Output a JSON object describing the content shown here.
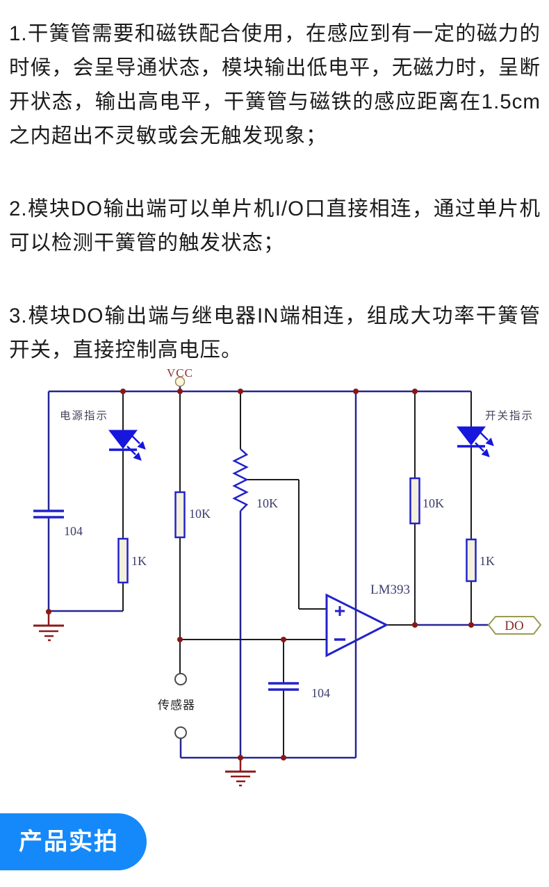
{
  "paragraphs": [
    "1.干簧管需要和磁铁配合使用，在感应到有一定的磁力的时候，会呈导通状态，模块输出低电平，无磁力时，呈断开状态，输出高电平，干簧管与磁铁的感应距离在1.5cm之内超出不灵敏或会无触发现象；",
    "2.模块DO输出端可以单片机I/O口直接相连，通过单片机可以检测干簧管的触发状态；",
    "3.模块DO输出端与继电器IN端相连，组成大功率干簧管开关，直接控制高电压。"
  ],
  "circuit": {
    "power_net_label": "VCC",
    "labels": {
      "power_indicator": "电源指示",
      "switch_indicator": "开关指示",
      "sensor": "传感器",
      "comparator": "LM393",
      "output_port": "DO"
    },
    "values": {
      "filter_cap_left": "104",
      "filter_cap_mid": "104",
      "pullup_left": "10K",
      "trimmer": "10K",
      "pullup_right": "10K",
      "led_res_left": "1K",
      "led_res_right": "1K"
    },
    "colors": {
      "wire": "#252594",
      "lead": "#1c1c1c",
      "component_blue": "#2222cc",
      "led_blue": "#1616dd",
      "junction_red": "#8c1616",
      "ground_red": "#8b1a1a",
      "net_label_red": "#8a3232",
      "value_navy": "#3c3c6e",
      "port_outline_olive": "#9a9a50"
    }
  },
  "footer": {
    "badge_label": "产品实拍",
    "badge_color": "#1589fa"
  }
}
